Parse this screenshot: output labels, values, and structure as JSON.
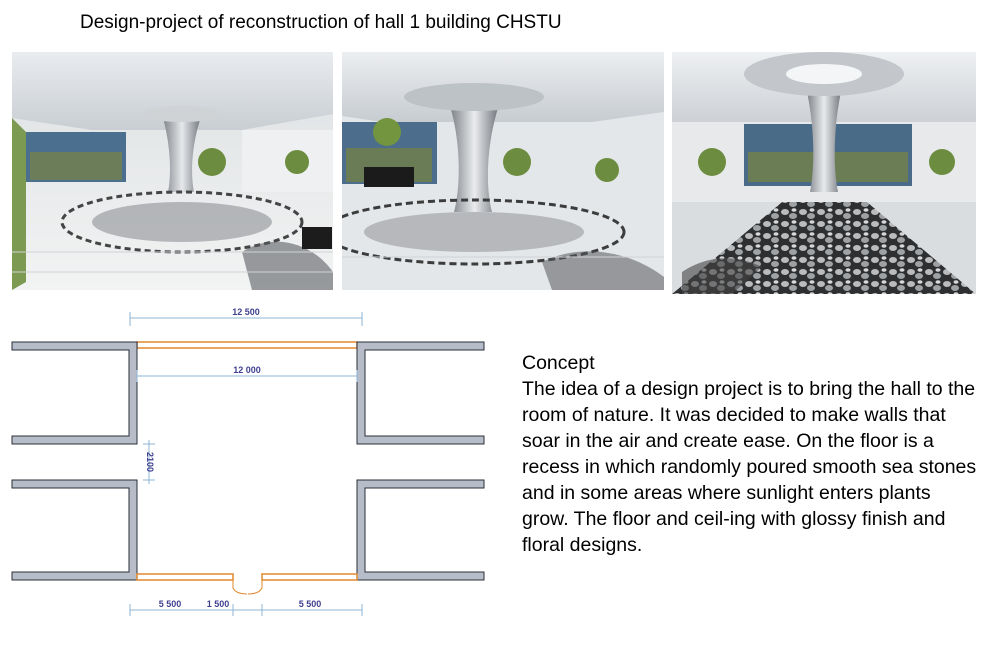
{
  "title": "Design-project of reconstruction of hall 1 building CHSTU",
  "renders": [
    {
      "name": "render-view-1"
    },
    {
      "name": "render-view-2"
    },
    {
      "name": "render-view-3"
    }
  ],
  "plan": {
    "dim_top": "12 500",
    "dim_inner": "12 000",
    "dim_side": "2100",
    "dim_bottom_left": "5 500",
    "dim_bottom_door": "1 500",
    "dim_bottom_right": "5 500"
  },
  "concept": {
    "heading": "Concept",
    "body": "The idea of a design project is to bring the hall to the room of nature. It was decided to make walls that soar in the air and create ease. On the floor is a recess in which randomly poured smooth sea stones and in some areas where sunlight enters plants grow. The floor and ceil-ing with glossy finish and floral designs."
  },
  "colors": {
    "wall_fill": "#b6bcc8",
    "wall_stroke": "#2a2f3a",
    "glazing": "#e0892f",
    "dimension": "#8fb4d6"
  }
}
